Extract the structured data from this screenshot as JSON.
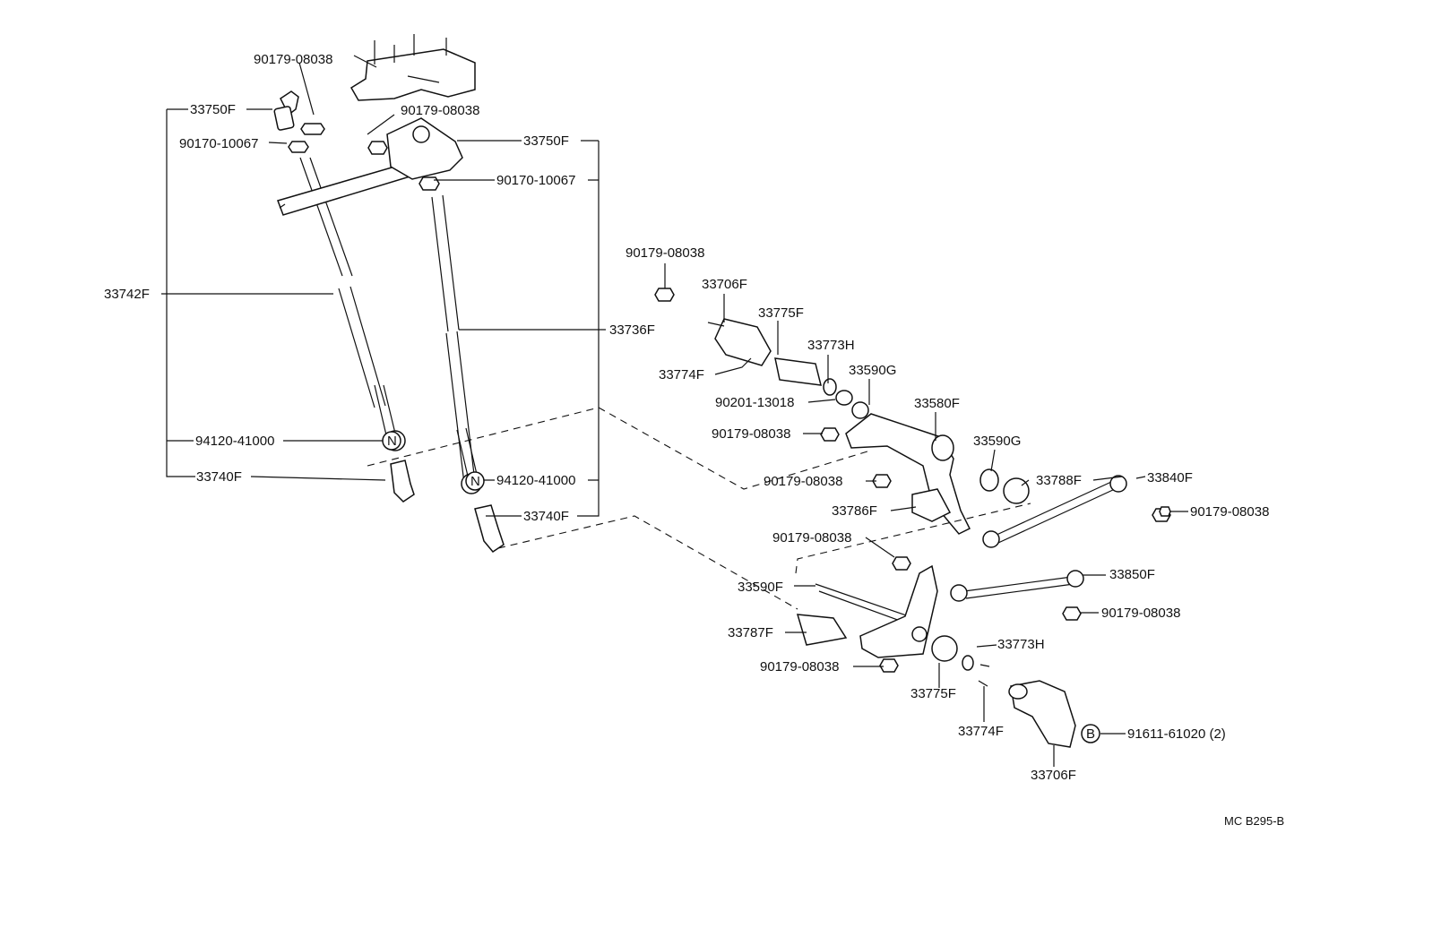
{
  "labels": {
    "p_90179_08038_top": "90179-08038",
    "p_33750F_left": "33750F",
    "p_90179_08038_b": "90179-08038",
    "p_33750F_right": "33750F",
    "p_90170_10067_left": "90170-10067",
    "p_90170_10067_right": "90170-10067",
    "p_33742F": "33742F",
    "p_33736F": "33736F",
    "p_94120_41000_left": "94120-41000",
    "p_33740F_left": "33740F",
    "p_94120_41000_right": "94120-41000",
    "p_33740F_right": "33740F",
    "p_90179_08038_c": "90179-08038",
    "p_33706F_top": "33706F",
    "p_33775F_top": "33775F",
    "p_33773H_top": "33773H",
    "p_33774F_top": "33774F",
    "p_33590G_top": "33590G",
    "p_90201_13018": "90201-13018",
    "p_33580F": "33580F",
    "p_90179_08038_d": "90179-08038",
    "p_33590G_mid": "33590G",
    "p_90179_08038_e": "90179-08038",
    "p_33788F": "33788F",
    "p_33840F": "33840F",
    "p_33786F": "33786F",
    "p_90179_08038_f": "90179-08038",
    "p_90179_08038_g": "90179-08038",
    "p_33850F": "33850F",
    "p_33590F": "33590F",
    "p_90179_08038_h": "90179-08038",
    "p_33787F": "33787F",
    "p_33773H_bottom": "33773H",
    "p_90179_08038_i": "90179-08038",
    "p_33775F_bottom": "33775F",
    "p_33774F_bottom": "33774F",
    "p_91611_61020": "91611-61020 (2)",
    "p_33706F_bottom": "33706F",
    "drawing_code": "MC B295-B"
  },
  "symbols": {
    "nut_n_left": "N",
    "nut_n_right": "N",
    "bolt_b": "B"
  }
}
